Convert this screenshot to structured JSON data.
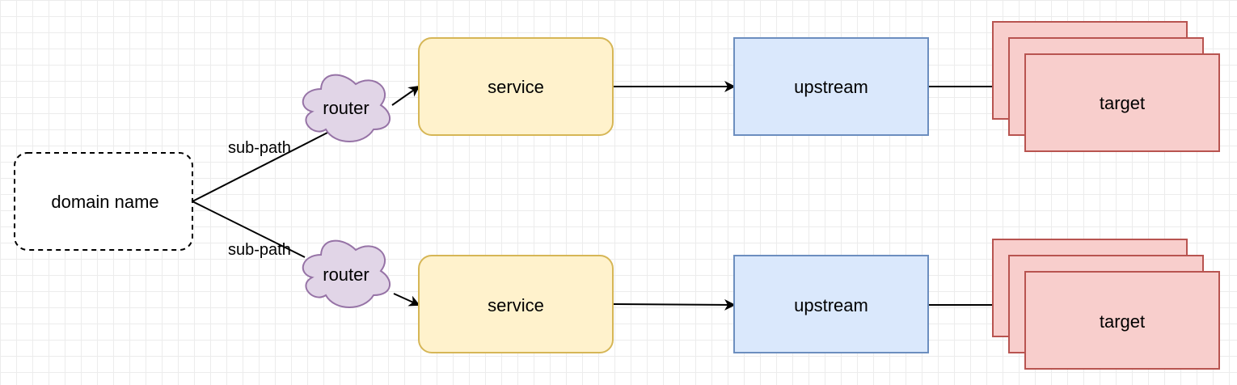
{
  "colors": {
    "domain_fill": "#ffffff",
    "domain_stroke": "#000000",
    "router_fill": "#e1d5e7",
    "router_stroke": "#9673a6",
    "service_fill": "#fff2cc",
    "service_stroke": "#d6b656",
    "upstream_fill": "#dae8fc",
    "upstream_stroke": "#6c8ebf",
    "target_fill": "#f8cecc",
    "target_stroke": "#b85450",
    "edge": "#000000"
  },
  "domain": {
    "label": "domain name"
  },
  "routes": [
    {
      "sub_path_label": "sub-path",
      "router_label": "router",
      "service_label": "service",
      "upstream_label": "upstream",
      "target_label": "target"
    },
    {
      "sub_path_label": "sub-path",
      "router_label": "router",
      "service_label": "service",
      "upstream_label": "upstream",
      "target_label": "target"
    }
  ]
}
